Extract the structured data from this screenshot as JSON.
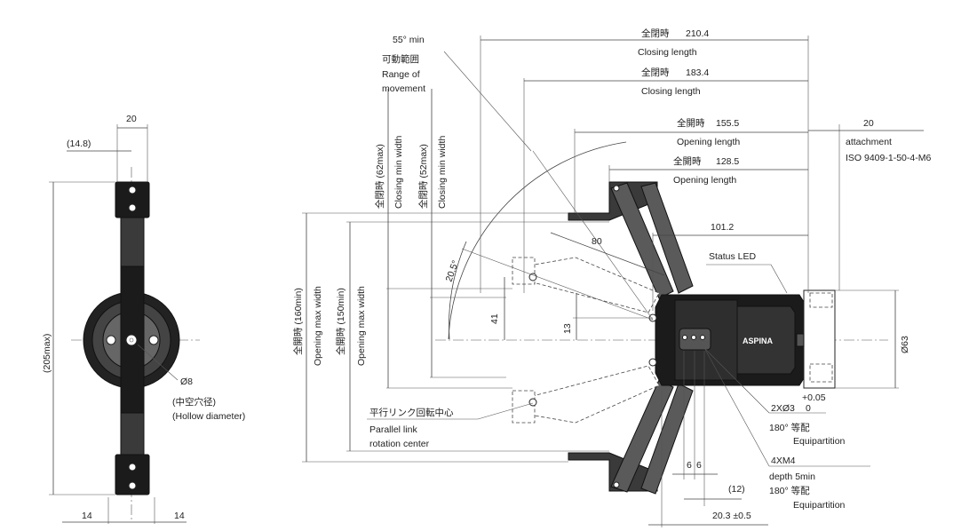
{
  "left_view": {
    "top_width": "20",
    "offset": "(14.8)",
    "overall_height": "(205max)",
    "hollow_diameter": "Ø8",
    "hollow_jp": "(中空穴径)",
    "hollow_en": "(Hollow diameter)",
    "bottom_left": "14",
    "bottom_right": "14"
  },
  "angle": {
    "value": "55° min",
    "label_jp": "可動範囲",
    "label_en1": "Range of",
    "label_en2": "movement",
    "arc_angle": "20.5°"
  },
  "lengths": {
    "closed1_jp": "全閉時",
    "closed1_val": "210.4",
    "closed1_en": "Closing length",
    "closed2_jp": "全閉時",
    "closed2_val": "183.4",
    "closed2_en": "Closing length",
    "open1_jp": "全開時",
    "open1_val": "155.5",
    "open1_en": "Opening length",
    "open2_jp": "全開時",
    "open2_val": "128.5",
    "open2_en": "Opening length",
    "flange_len": "20",
    "attachment1": "attachment",
    "attachment2": "ISO 9409-1-50-4-M6",
    "body_len": "101.2",
    "link_len": "80"
  },
  "widths": {
    "closing_min1_jp": "全閉時  (62max)",
    "closing_min1_en": "Closing min width",
    "closing_min2_jp": "全閉時  (52max)",
    "closing_min2_en": "Closing min width",
    "opening_max1_jp": "全開時  (160min)",
    "opening_max1_en": "Opening max width",
    "opening_max2_jp": "全開時  (150min)",
    "opening_max2_en": "Opening max width",
    "d41": "41",
    "d13": "13"
  },
  "right_side": {
    "status_led": "Status LED",
    "diameter": "Ø63",
    "brand": "ASPINA",
    "tol_plus": "+0.05",
    "hole_spec": "2XØ3",
    "tol_zero": "0",
    "equip_jp": "180° 等配",
    "equip_en": "Equipartition",
    "thread_spec": "4XM4",
    "thread_depth": "depth 5min",
    "equip2_jp": "180° 等配",
    "equip2_en": "Equipartition",
    "d6a": "6",
    "d6b": "6",
    "d12": "(12)",
    "d20": "20.3 ±0.5"
  },
  "link_center": {
    "jp": "平行リンク回転中心",
    "en1": "Parallel link",
    "en2": "rotation center"
  }
}
